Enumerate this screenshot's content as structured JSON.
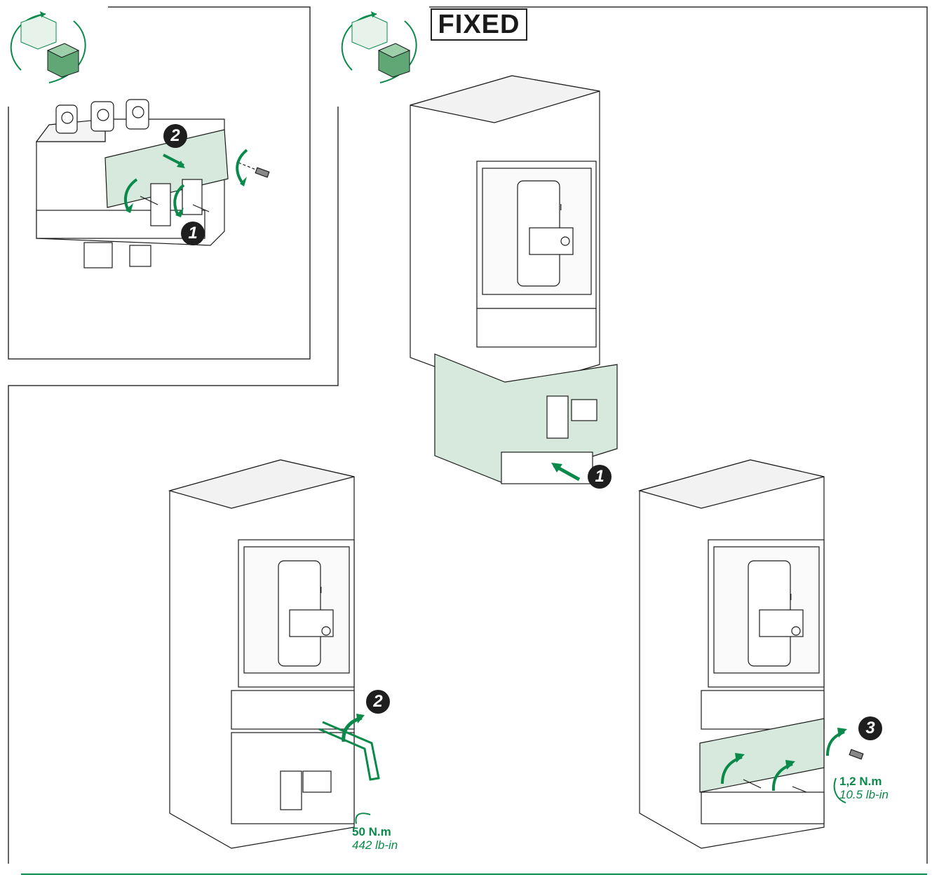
{
  "header": {
    "label": "FIXED"
  },
  "steps": {
    "top_left_1": "1",
    "top_left_2": "2",
    "top_center_1": "1",
    "bottom_left_2": "2",
    "bottom_right_3": "3"
  },
  "torques": {
    "bottom_left": {
      "value": "50 N.m",
      "imperial": "442 lb-in"
    },
    "bottom_right": {
      "value": "1,2 N.m",
      "imperial": "10.5 lb-in"
    }
  },
  "breaker_marks": {
    "on_symbol": "I"
  },
  "colors": {
    "accent": "#0a8a4a",
    "shade": "#d6e9dc",
    "line": "#1a1a1a"
  },
  "icons": [
    "rotate-cube-icon",
    "circuit-breaker-drawing",
    "curved-arrow-icon",
    "screw-icon",
    "hex-key-icon"
  ]
}
